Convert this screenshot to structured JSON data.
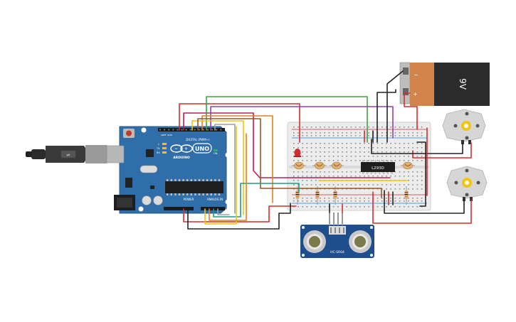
{
  "battery": {
    "label": "9V",
    "minus": "−",
    "plus": "+"
  },
  "arduino": {
    "logo": "UNO",
    "brand": "ARDUINO",
    "digital_label": "DIGITAL (PWM~)",
    "power_label": "POWER",
    "analog_label": "ANALOG IN",
    "aref_label": "AREF",
    "gnd_label": "GND",
    "tx_label": "TX",
    "rx_label": "RX",
    "on_label": "ON",
    "l_label": "L"
  },
  "driver_chip": {
    "label": "L293D"
  },
  "ultrasonic": {
    "label": "HC-SR04"
  },
  "colors": {
    "arduino_board": "#2f6ea8",
    "breadboard": "#e9e9e9",
    "battery_orange": "#d2854a",
    "battery_black": "#2b2b2b",
    "wire_red": "#d32f2f",
    "wire_black": "#222222",
    "wire_green": "#43a047",
    "wire_purple": "#8e44ad",
    "wire_orange": "#e67e22",
    "wire_yellow": "#f1c40f",
    "wire_magenta": "#c2185b",
    "wire_brown": "#8d5a2b",
    "wire_teal": "#16a085",
    "wire_gray": "#9e9e9e",
    "motor_body": "#d6d6d6",
    "motor_shaft": "#f1c40f",
    "sensor_blue": "#1f4e8c"
  }
}
